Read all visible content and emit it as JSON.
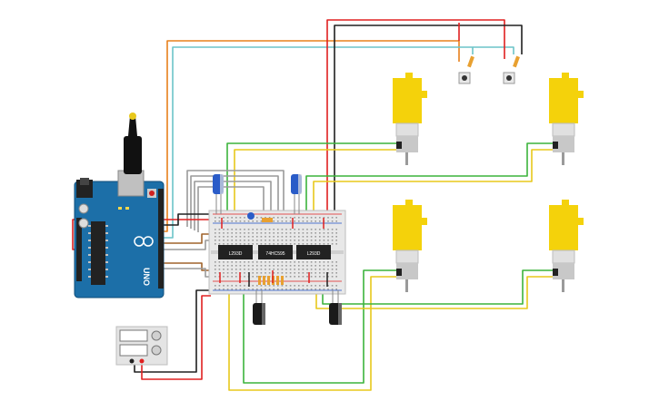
{
  "arduino": {
    "brand": "UNO",
    "logo": "arduino-logo",
    "color": "#1c6fa8"
  },
  "breadboard": {
    "chips": [
      {
        "label": "L293D"
      },
      {
        "label": "74HC595"
      },
      {
        "label": "L293D"
      }
    ]
  },
  "motors": {
    "count": 4,
    "body_color": "#f4d20b"
  },
  "power_supply": {
    "displays": 2,
    "knobs": 2
  },
  "wire_colors": {
    "red": "#e02020",
    "black": "#202020",
    "orange": "#e8801c",
    "teal": "#6cc4c8",
    "green": "#3cb43c",
    "yellow": "#e8c81c",
    "brown": "#a0642c",
    "grey": "#9a9a9a"
  }
}
